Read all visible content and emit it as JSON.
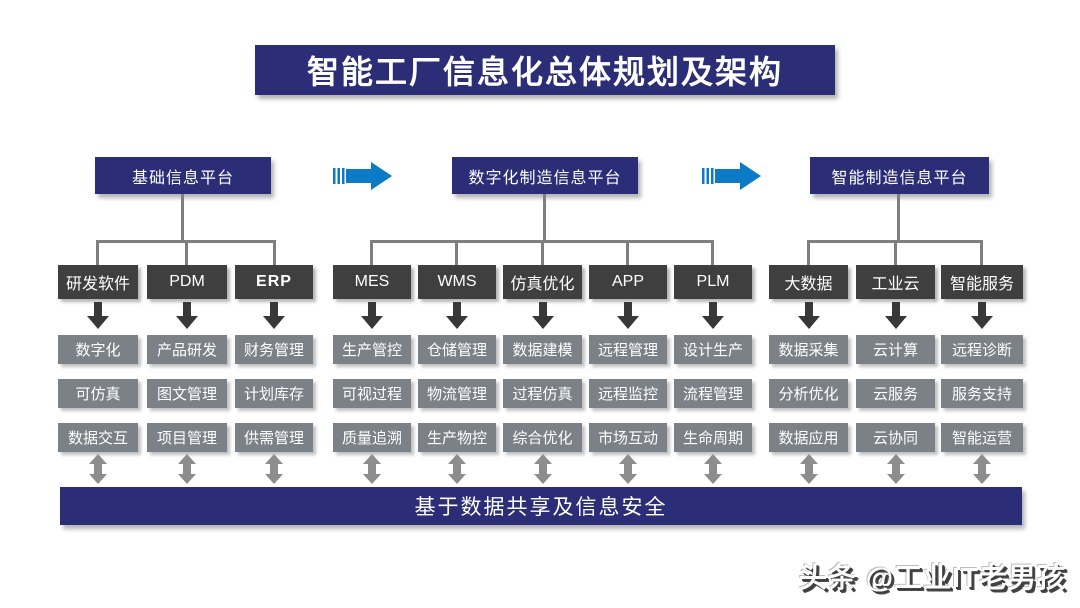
{
  "title": "智能工厂信息化总体规划及架构",
  "bottom_banner": "基于数据共享及信息安全",
  "watermark": "头条 @工业IT老男孩",
  "colors": {
    "navy": "#2b2e76",
    "column_header_charcoal": "#3f3f3f",
    "cell_gray": "#7b8187",
    "flow_arrow_blue": "#0d7ac5",
    "connector_gray": "#7f7f7f",
    "updown_arrow_gray": "#8d8d8d"
  },
  "icons": {
    "flow": "right-flow-arrow",
    "down": "down-arrow",
    "updown": "up-down-arrow"
  },
  "groups": [
    {
      "platform": "基础信息平台",
      "columns": [
        {
          "header": "研发软件",
          "cells": [
            "数字化",
            "可仿真",
            "数据交互"
          ]
        },
        {
          "header": "PDM",
          "cells": [
            "产品研发",
            "图文管理",
            "项目管理"
          ]
        },
        {
          "header": "ERP",
          "cells": [
            "财务管理",
            "计划库存",
            "供需管理"
          ]
        }
      ]
    },
    {
      "platform": "数字化制造信息平台",
      "columns": [
        {
          "header": "MES",
          "cells": [
            "生产管控",
            "可视过程",
            "质量追溯"
          ]
        },
        {
          "header": "WMS",
          "cells": [
            "仓储管理",
            "物流管理",
            "生产物控"
          ]
        },
        {
          "header": "仿真优化",
          "cells": [
            "数据建模",
            "过程仿真",
            "综合优化"
          ]
        },
        {
          "header": "APP",
          "cells": [
            "远程管理",
            "远程监控",
            "市场互动"
          ]
        },
        {
          "header": "PLM",
          "cells": [
            "设计生产",
            "流程管理",
            "生命周期"
          ]
        }
      ]
    },
    {
      "platform": "智能制造信息平台",
      "columns": [
        {
          "header": "大数据",
          "cells": [
            "数据采集",
            "分析优化",
            "数据应用"
          ]
        },
        {
          "header": "工业云",
          "cells": [
            "云计算",
            "云服务",
            "云协同"
          ]
        },
        {
          "header": "智能服务",
          "cells": [
            "远程诊断",
            "服务支持",
            "智能运营"
          ]
        }
      ]
    }
  ]
}
